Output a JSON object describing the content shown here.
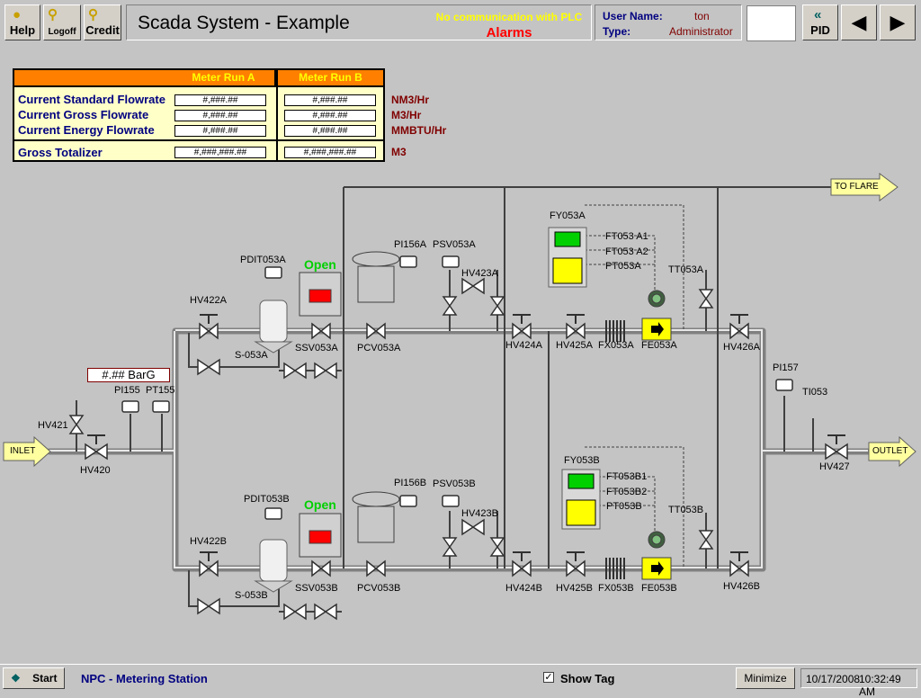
{
  "header": {
    "help_label": "Help",
    "logoff_label": "Logoff",
    "credit_label": "Credit",
    "title": "Scada System - Example",
    "comm_status": "No communication with PLC",
    "alarms_label": "Alarms",
    "user_name_label": "User Name:",
    "user_name": "ton",
    "type_label": "Type:",
    "type_value": "Administrator",
    "pid_label": "PID"
  },
  "meter": {
    "col_a": "Meter Run A",
    "col_b": "Meter Run B",
    "rows": [
      {
        "label": "Current Standard Flowrate",
        "a": "#,###.##",
        "b": "#,###.##",
        "unit": "NM3/Hr"
      },
      {
        "label": "Current Gross Flowrate",
        "a": "#,###.##",
        "b": "#,###.##",
        "unit": "M3/Hr"
      },
      {
        "label": "Current Energy Flowrate",
        "a": "#,###.##",
        "b": "#,###.##",
        "unit": "MMBTU/Hr"
      }
    ],
    "total": {
      "label": "Gross Totalizer",
      "a": "#,###,###.##",
      "b": "#,###,###.##",
      "unit": "M3"
    }
  },
  "diagram": {
    "inlet": "INLET",
    "outlet": "OUTLET",
    "to_flare": "TO FLARE",
    "pressure_display": "#.## BarG",
    "open_a": "Open",
    "open_b": "Open",
    "tags": {
      "hv421": "HV421",
      "hv420": "HV420",
      "pi155": "PI155",
      "pt155": "PT155",
      "hv422a": "HV422A",
      "pdit053a": "PDIT053A",
      "s053a": "S-053A",
      "ssv053a": "SSV053A",
      "pcv053a": "PCV053A",
      "pi156a": "PI156A",
      "psv053a": "PSV053A",
      "hv423a": "HV423A",
      "hv424a": "HV424A",
      "hv425a": "HV425A",
      "fx053a": "FX053A",
      "fe053a": "FE053A",
      "fy053a": "FY053A",
      "ft053a1": "FT053 A1",
      "ft053a2": "FT053 A2",
      "pt053a": "PT053A",
      "tt053a": "TT053A",
      "hv426a": "HV426A",
      "hv422b": "HV422B",
      "pdit053b": "PDIT053B",
      "s053b": "S-053B",
      "ssv053b": "SSV053B",
      "pcv053b": "PCV053B",
      "pi156b": "PI156B",
      "psv053b": "PSV053B",
      "hv423b": "HV423B",
      "hv424b": "HV424B",
      "hv425b": "HV425B",
      "fx053b": "FX053B",
      "fe053b": "FE053B",
      "fy053b": "FY053B",
      "ft053b1": "FT053B1",
      "ft053b2": "FT053B2",
      "pt053b": "PT053B",
      "tt053b": "TT053B",
      "hv426b": "HV426B",
      "pi157": "PI157",
      "ti053": "TI053",
      "hv427": "HV427"
    }
  },
  "taskbar": {
    "start_label": "Start",
    "station": "NPC - Metering Station",
    "show_tag_label": "Show Tag",
    "minimize_label": "Minimize",
    "date": "10/17/2008",
    "time": "10:32:49 AM"
  }
}
